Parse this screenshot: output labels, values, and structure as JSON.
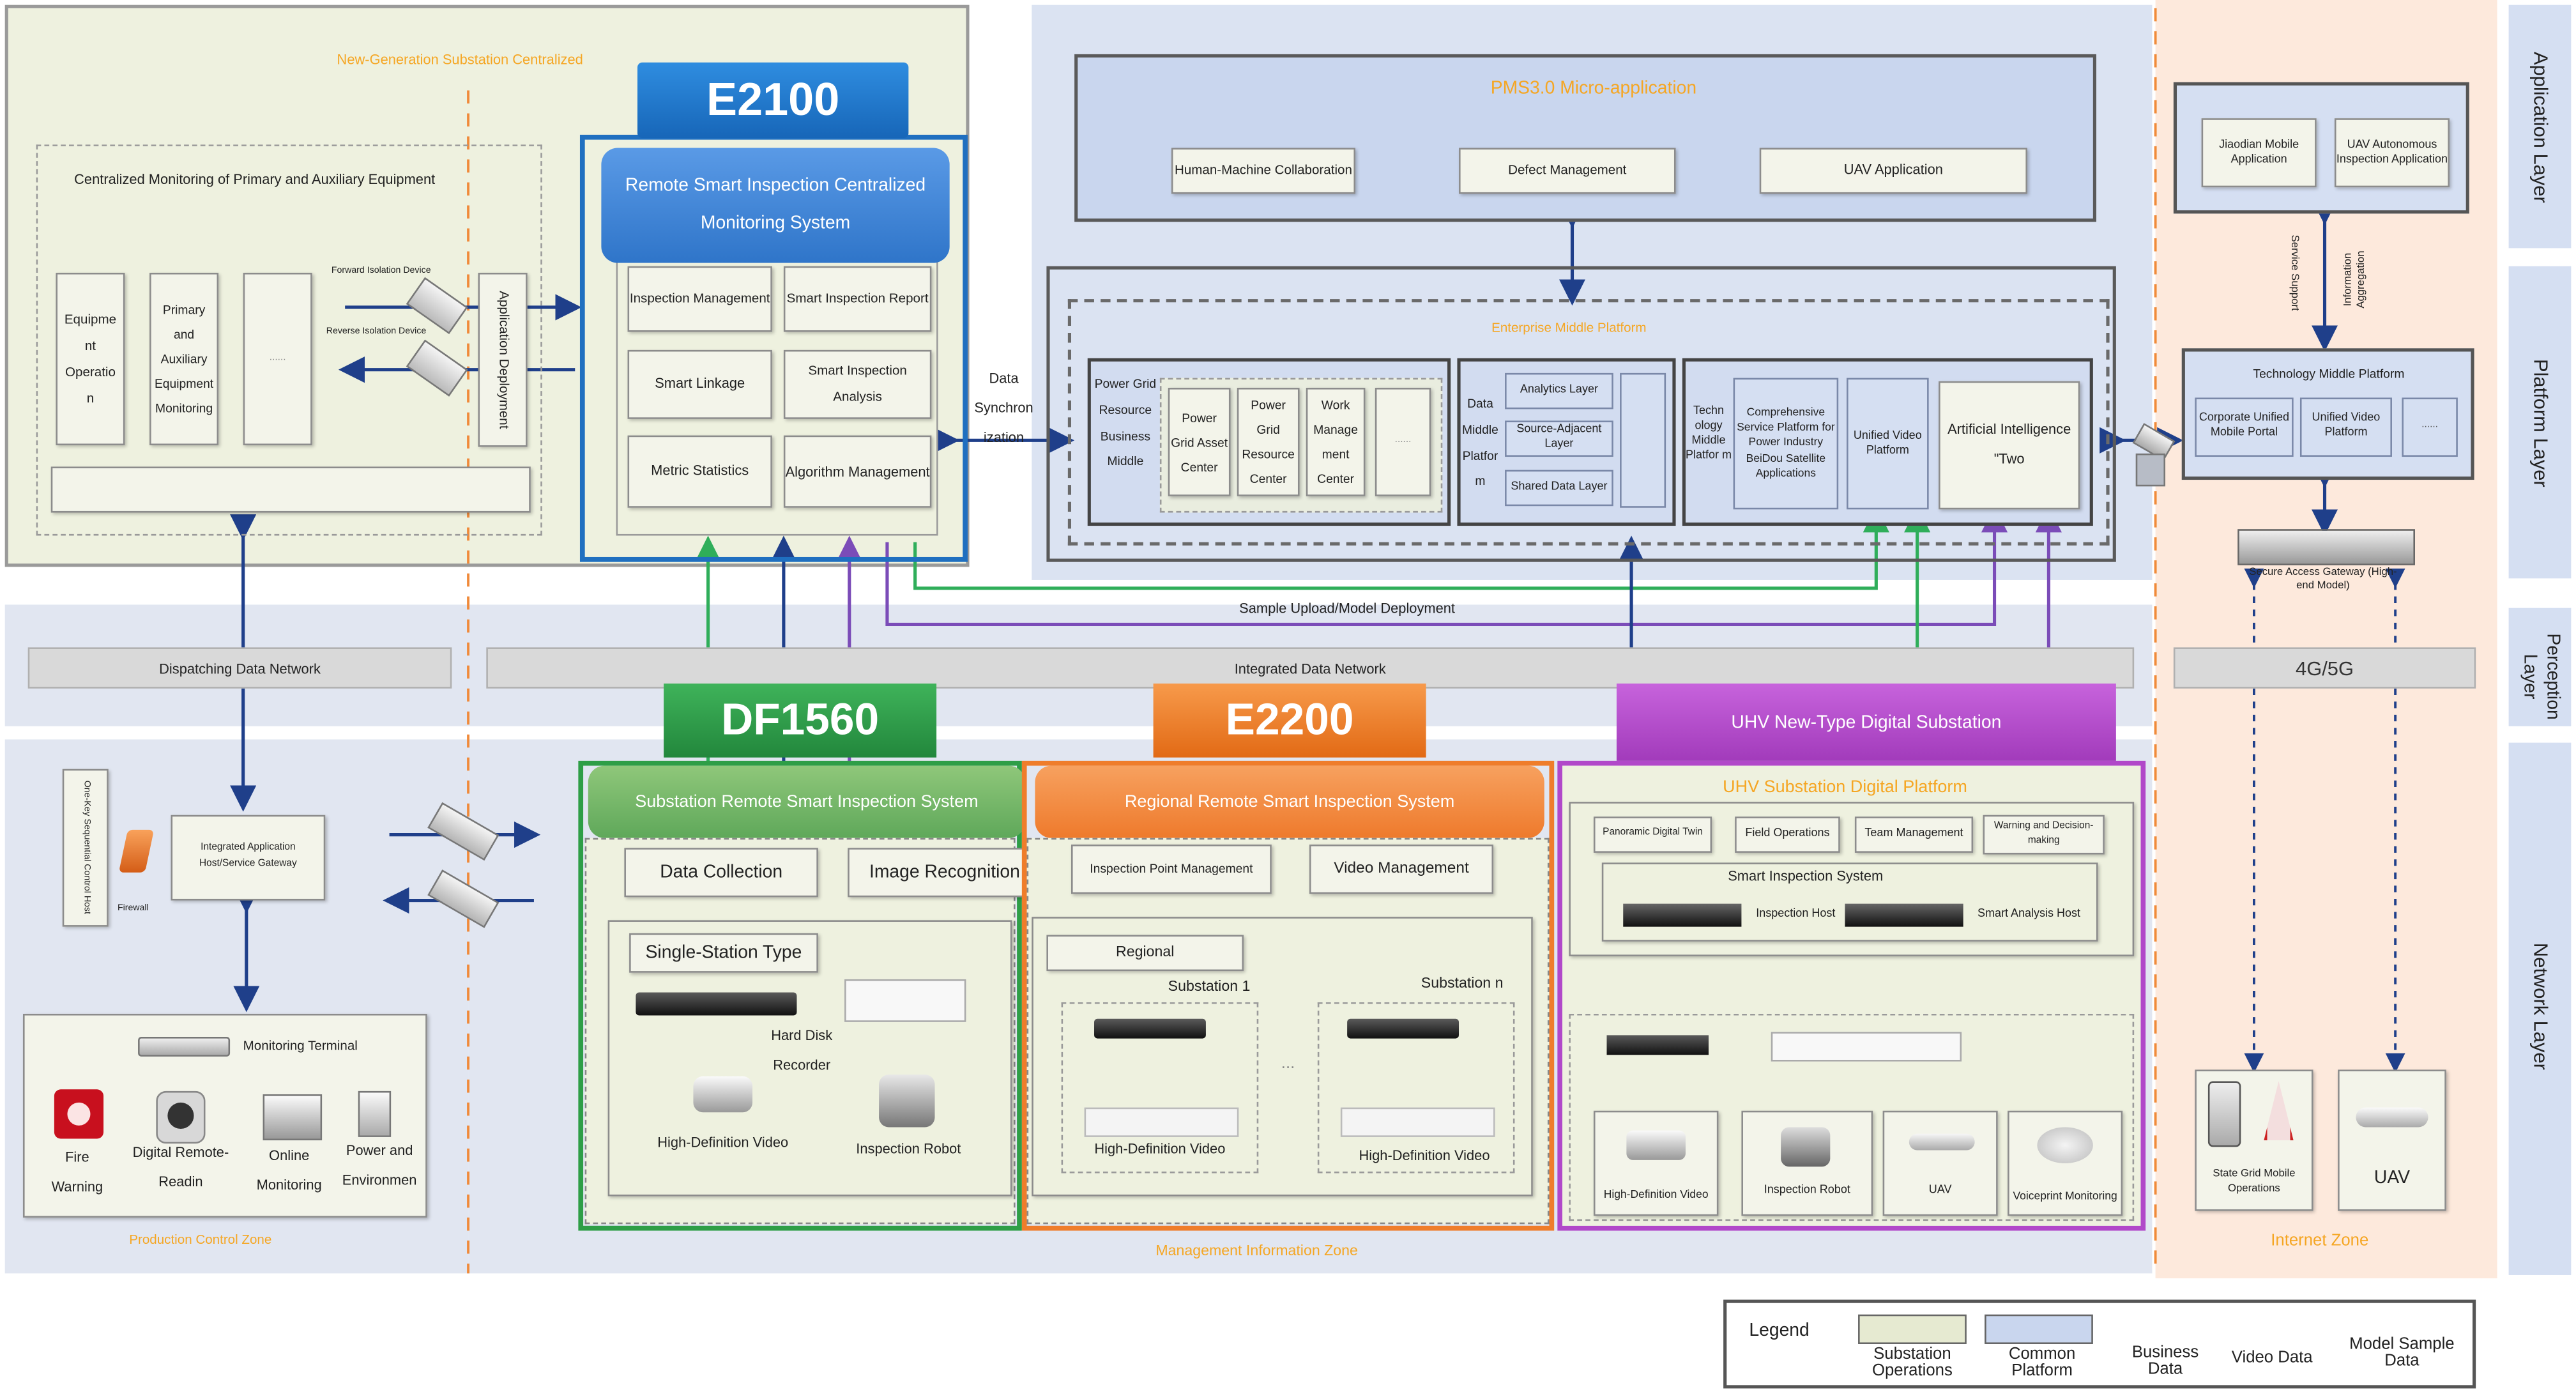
{
  "zones": {
    "top_left": "New-Generation Substation Centralized",
    "production": "Production Control Zone",
    "management": "Management Information Zone",
    "internet": "Internet Zone"
  },
  "layers": {
    "application": "Application Layer",
    "platform": "Platform Layer",
    "perception": "Perception Layer",
    "network": "Network Layer"
  },
  "centralized": {
    "title": "Centralized Monitoring of Primary and Auxiliary Equipment",
    "equip_op": "Equipme nt Operatio n",
    "primary_aux": "Primary and Auxiliary Equipment Monitoring",
    "ellipsis": "......",
    "forward": "Forward Isolation Device",
    "reverse": "Reverse Isolation Device",
    "app_deploy": "Application Deployment"
  },
  "e2100": {
    "badge": "E2100",
    "title": "Remote Smart Inspection Centralized Monitoring System",
    "items": [
      "Inspection Management",
      "Smart Inspection Report",
      "Smart Linkage",
      "Smart Inspection Analysis",
      "Metric Statistics",
      "Algorithm Management"
    ]
  },
  "data_sync": "Data Synchron ization",
  "pms": {
    "title": "PMS3.0 Micro-application",
    "apps": [
      "Human-Machine Collaboration",
      "Defect Management",
      "UAV Application"
    ]
  },
  "enterprise": {
    "title": "Enterprise Middle Platform",
    "business": "Power Grid Resource Business Middle",
    "biz_items": [
      "Power Grid Asset Center",
      "Power Grid Resource Center",
      "Work Manage ment Center"
    ],
    "data_mid": "Data Middle Platfor m",
    "data_items": [
      "Analytics Layer",
      "Source-Adjacent Layer",
      "Shared Data Layer"
    ],
    "tech_mid": "Techn ology Middle Platfor m",
    "beidou": "Comprehensive Service Platform for Power Industry BeiDou Satellite Applications",
    "video": "Unified Video Platform",
    "ai": "Artificial Intelligence \"Two"
  },
  "internet": {
    "jiaodian": "Jiaodian Mobile Application",
    "uav_auto": "UAV Autonomous Inspection Application",
    "service_support": "Service Support",
    "info_agg": "Information Aggregation",
    "tech_platform": "Technology Middle Platform",
    "corp_portal": "Corporate Unified Mobile Portal",
    "unified_video": "Unified Video Platform",
    "gateway": "Secure Access Gateway (High-end Model)",
    "net": "4G/5G",
    "sg_mobile": "State Grid Mobile Operations",
    "uav": "UAV"
  },
  "networks": {
    "dispatch": "Dispatching Data Network",
    "integrated": "Integrated Data Network",
    "sample": "Sample Upload/Model Deployment"
  },
  "production": {
    "one_key": "One-Key Sequential Control Host",
    "firewall": "Firewall",
    "gateway": "Integrated Application Host/Service Gateway",
    "terminal": "Monitoring Terminal",
    "items": [
      {
        "label": "Fire Warning",
        "icon": "fire-alarm-icon"
      },
      {
        "label": "Digital Remote-Readin",
        "icon": "meter-icon"
      },
      {
        "label": "Online Monitoring",
        "icon": "monitor-sensor-icon"
      },
      {
        "label": "Power and Environmen",
        "icon": "environment-sensor-icon"
      }
    ]
  },
  "df1560": {
    "badge": "DF1560",
    "title": "Substation Remote Smart Inspection System",
    "data_collection": "Data Collection",
    "image_recognition": "Image Recognition",
    "single": "Single-Station Type",
    "hdd": "Hard Disk Recorder",
    "hd_video": "High-Definition Video",
    "robot": "Inspection Robot"
  },
  "e2200": {
    "badge": "E2200",
    "title": "Regional Remote Smart Inspection System",
    "ipm": "Inspection Point Management",
    "video_mgmt": "Video Management",
    "regional": "Regional",
    "sub1": "Substation 1",
    "subn": "Substation n",
    "dots": "...",
    "hd1": "High-Definition Video",
    "hd2": "High-Definition Video"
  },
  "uhv": {
    "badge": "UHV New-Type Digital Substation",
    "platform": "UHV Substation Digital Platform",
    "items": [
      "Panoramic Digital Twin",
      "Field Operations",
      "Team Management",
      "Warning and Decision-making"
    ],
    "smart": "Smart Inspection System",
    "host1": "Inspection Host",
    "host2": "Smart Analysis Host",
    "devices": [
      "High-Definition Video",
      "Inspection Robot",
      "UAV",
      "Voiceprint Monitoring"
    ]
  },
  "legend": {
    "title": "Legend",
    "substation_ops": "Substation Operations",
    "common": "Common Platform",
    "business": "Business Data",
    "video": "Video Data",
    "model": "Model Sample Data"
  },
  "colors": {
    "ops_fill": "#edf0dd",
    "platform_fill": "#cfdaf0",
    "e2100_blue": "#1f6fc0",
    "df_green": "#2e9e47",
    "e2200_orange": "#ef7d2b",
    "uhv_purple": "#b148c9",
    "business_arrow": "#1f3f8a",
    "video_arrow": "#2fae5a",
    "model_arrow": "#7b4cb8"
  }
}
